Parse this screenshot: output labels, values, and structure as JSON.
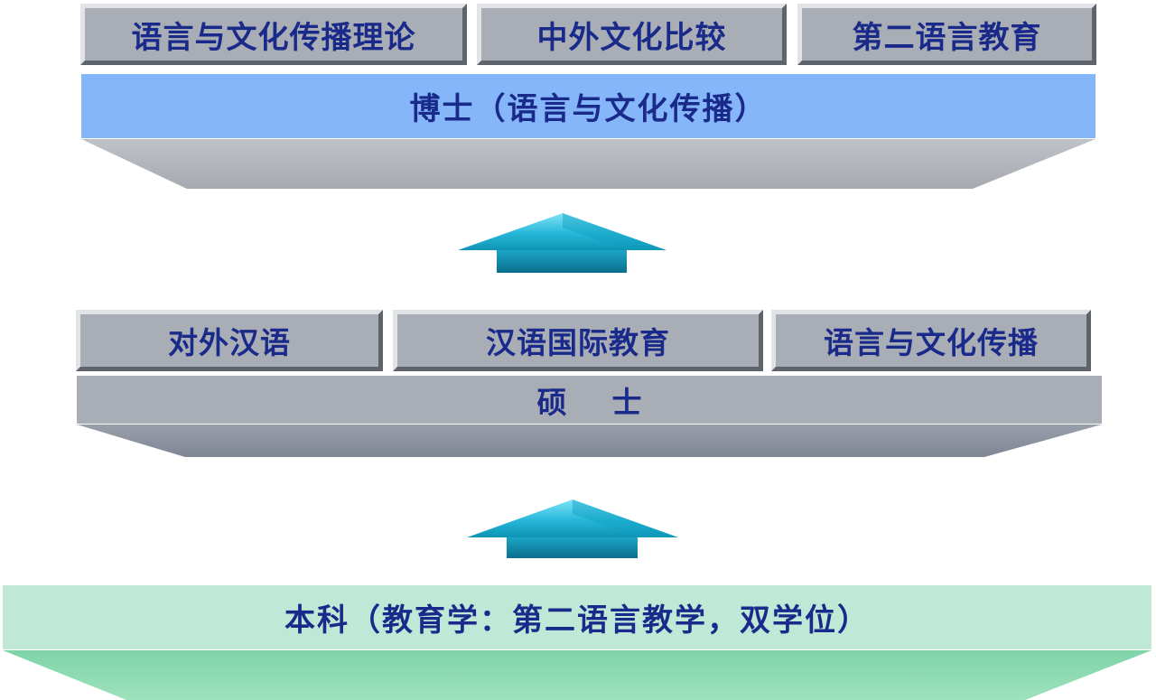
{
  "doctorate": {
    "directions": [
      "语言与文化传播理论",
      "中外文化比较",
      "第二语言教育"
    ],
    "label": "博士（语言与文化传播）"
  },
  "masters": {
    "directions": [
      "对外汉语",
      "汉语国际教育",
      "语言与文化传播"
    ],
    "label": "硕士"
  },
  "bachelor": {
    "label": "本科（教育学：第二语言教学，双学位）"
  },
  "colors": {
    "text": "#1a2a8a",
    "doctorate_band": "#86b6fa",
    "grey_box": "#a9adb5",
    "bachelor_band": "#bfe8d6",
    "arrow": "#1aa6c6"
  }
}
